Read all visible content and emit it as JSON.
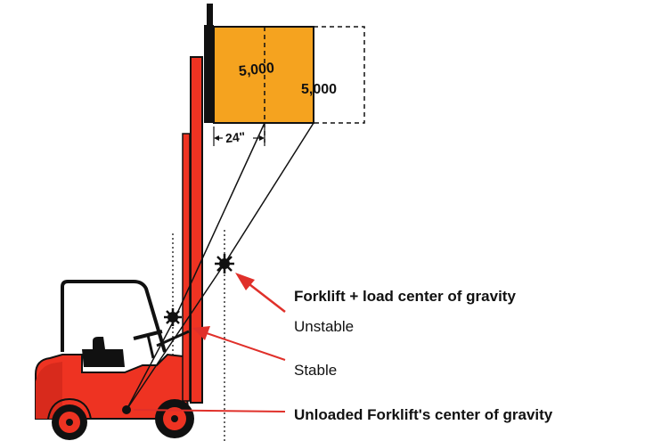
{
  "load": {
    "weight_main": "5,000",
    "weight_shifted": "5,000",
    "offset_dimension": "24\""
  },
  "labels": {
    "combined_cog": "Forklift + load center of gravity",
    "unstable": "Unstable",
    "stable": "Stable",
    "unloaded_cog": "Unloaded Forklift's center of gravity"
  },
  "colors": {
    "forklift_body": "#ee3322",
    "load_box": "#f5a31f",
    "pointer_arrow": "#e0302a",
    "outline": "#111111"
  }
}
